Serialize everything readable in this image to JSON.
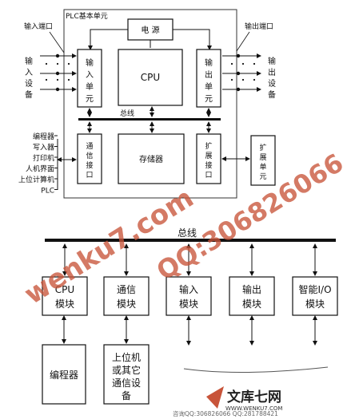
{
  "top": {
    "plc_unit": "PLC基本单元",
    "power": "电 源",
    "cpu": "CPU",
    "input_unit": "输入单元",
    "output_unit": "输出单元",
    "bus": "总线",
    "comm_port": "通信接口",
    "memory": "存储器",
    "exp_port": "扩展接口",
    "exp_unit": "扩展单元",
    "input_terminal": "输入端口",
    "output_terminal": "输出端口",
    "input_device": "输入设备",
    "output_device": "输出设备",
    "peripherals": [
      "编程器",
      "写入器",
      "打印机",
      "人机界面",
      "上位计算机",
      "PLC"
    ]
  },
  "bottom": {
    "bus": "总线",
    "modules": [
      "CPU模块",
      "通信模块",
      "输入模块",
      "输出模块",
      "智能I/O模块"
    ],
    "programmer": "编程器",
    "host": "上位机或其它通信设备"
  },
  "watermarks": {
    "site": "wenku7.com",
    "qq": "QQ:306826066",
    "logo": "文库七网",
    "logo_url": "WWW.WENKU7.COM",
    "contact": "咨询QQ:306826066 QQ:281788421"
  },
  "colors": {
    "line": "#111111",
    "watermark": "#c8543a"
  }
}
